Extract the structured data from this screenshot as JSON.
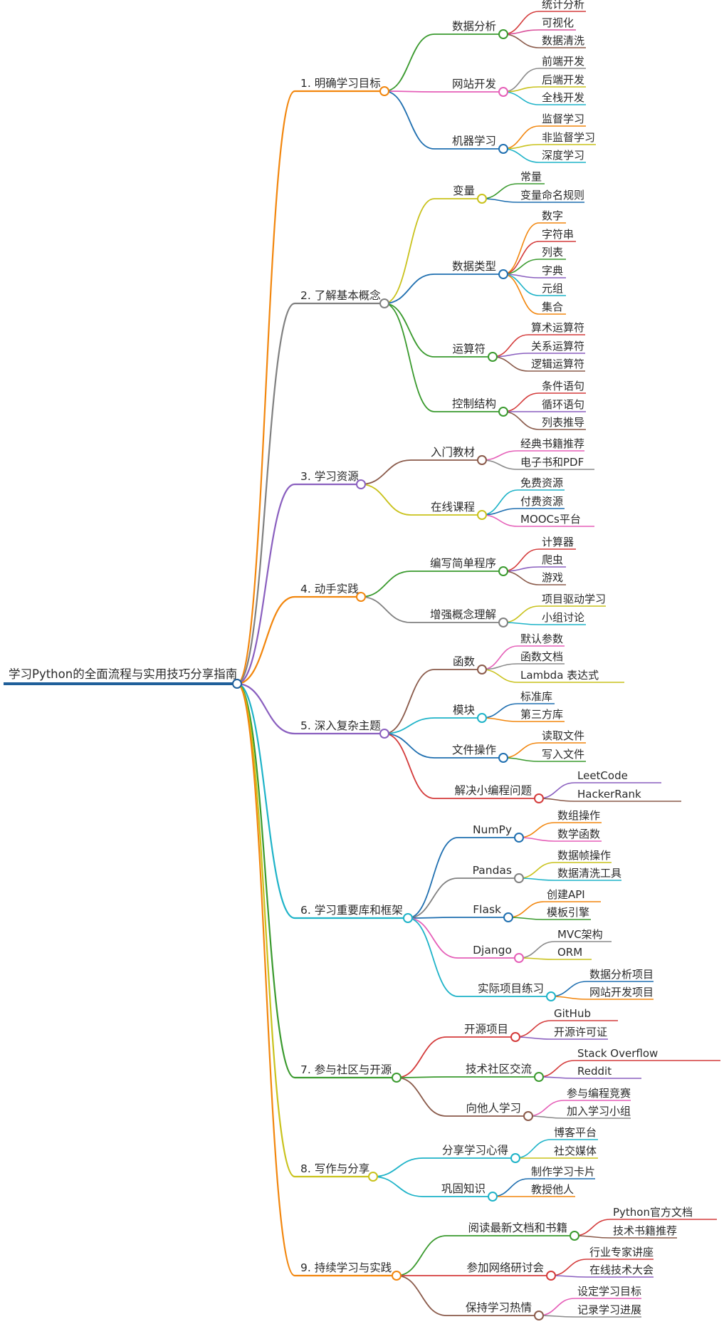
{
  "root": {
    "label": "学习Python的全面流程与实用技巧分享指南",
    "color": "#1f5f9a"
  },
  "branches": [
    {
      "label": "1. 明确学习目标",
      "color": "#f2860d",
      "children": [
        {
          "label": "数据分析",
          "color": "#3a9a2e",
          "children": [
            {
              "label": "统计分析",
              "color": "#d43b3b"
            },
            {
              "label": "可视化",
              "color": "#d94f9a"
            },
            {
              "label": "数据清洗",
              "color": "#8a5a4a"
            }
          ]
        },
        {
          "label": "网站开发",
          "color": "#e55fb8",
          "children": [
            {
              "label": "前端开发",
              "color": "#8a8a8a"
            },
            {
              "label": "后端开发",
              "color": "#c9c21c"
            },
            {
              "label": "全栈开发",
              "color": "#1eb3c8"
            }
          ]
        },
        {
          "label": "机器学习",
          "color": "#1f6fb0",
          "children": [
            {
              "label": "监督学习",
              "color": "#f2860d"
            },
            {
              "label": "非监督学习",
              "color": "#c9c21c"
            },
            {
              "label": "深度学习",
              "color": "#1eb3c8"
            }
          ]
        }
      ]
    },
    {
      "label": "2. 了解基本概念",
      "color": "#808080",
      "children": [
        {
          "label": "变量",
          "color": "#c9c21c",
          "children": [
            {
              "label": "常量",
              "color": "#3a9a2e"
            },
            {
              "label": "变量命名规则",
              "color": "#1f6fb0"
            }
          ]
        },
        {
          "label": "数据类型",
          "color": "#1f6fb0",
          "children": [
            {
              "label": "数字",
              "color": "#f2860d"
            },
            {
              "label": "字符串",
              "color": "#d43b3b"
            },
            {
              "label": "列表",
              "color": "#3a9a2e"
            },
            {
              "label": "字典",
              "color": "#8a5fbf"
            },
            {
              "label": "元组",
              "color": "#1eb3c8"
            },
            {
              "label": "集合",
              "color": "#f2860d"
            }
          ]
        },
        {
          "label": "运算符",
          "color": "#3a9a2e",
          "children": [
            {
              "label": "算术运算符",
              "color": "#d43b3b"
            },
            {
              "label": "关系运算符",
              "color": "#8a5fbf"
            },
            {
              "label": "逻辑运算符",
              "color": "#8a5a4a"
            }
          ]
        },
        {
          "label": "控制结构",
          "color": "#3a9a2e",
          "children": [
            {
              "label": "条件语句",
              "color": "#d43b3b"
            },
            {
              "label": "循环语句",
              "color": "#8a5fbf"
            },
            {
              "label": "列表推导",
              "color": "#8a5a4a"
            }
          ]
        }
      ]
    },
    {
      "label": "3. 学习资源",
      "color": "#8a5fbf",
      "children": [
        {
          "label": "入门教材",
          "color": "#8a5a4a",
          "children": [
            {
              "label": "经典书籍推荐",
              "color": "#e55fb8"
            },
            {
              "label": "电子书和PDF",
              "color": "#8a8a8a"
            }
          ]
        },
        {
          "label": "在线课程",
          "color": "#c9c21c",
          "children": [
            {
              "label": "免费资源",
              "color": "#1eb3c8"
            },
            {
              "label": "付费资源",
              "color": "#1f6fb0"
            },
            {
              "label": "MOOCs平台",
              "color": "#e55fb8"
            }
          ]
        }
      ]
    },
    {
      "label": "4. 动手实践",
      "color": "#f2860d",
      "children": [
        {
          "label": "编写简单程序",
          "color": "#3a9a2e",
          "children": [
            {
              "label": "计算器",
              "color": "#d43b3b"
            },
            {
              "label": "爬虫",
              "color": "#8a5fbf"
            },
            {
              "label": "游戏",
              "color": "#8a5a4a"
            }
          ]
        },
        {
          "label": "增强概念理解",
          "color": "#808080",
          "children": [
            {
              "label": "项目驱动学习",
              "color": "#c9c21c"
            },
            {
              "label": "小组讨论",
              "color": "#1eb3c8"
            }
          ]
        }
      ]
    },
    {
      "label": "5. 深入复杂主题",
      "color": "#8a5fbf",
      "children": [
        {
          "label": "函数",
          "color": "#8a5a4a",
          "children": [
            {
              "label": "默认参数",
              "color": "#e55fb8"
            },
            {
              "label": "函数文档",
              "color": "#8a8a8a"
            },
            {
              "label": "Lambda 表达式",
              "color": "#c9c21c"
            }
          ]
        },
        {
          "label": "模块",
          "color": "#1eb3c8",
          "children": [
            {
              "label": "标准库",
              "color": "#1f6fb0"
            },
            {
              "label": "第三方库",
              "color": "#f2860d"
            }
          ]
        },
        {
          "label": "文件操作",
          "color": "#1f6fb0",
          "children": [
            {
              "label": "读取文件",
              "color": "#f2860d"
            },
            {
              "label": "写入文件",
              "color": "#3a9a2e"
            }
          ]
        },
        {
          "label": "解决小编程问题",
          "color": "#d43b3b",
          "children": [
            {
              "label": "LeetCode",
              "color": "#8a5fbf"
            },
            {
              "label": "HackerRank",
              "color": "#8a5a4a"
            }
          ]
        }
      ]
    },
    {
      "label": "6. 学习重要库和框架",
      "color": "#1eb3c8",
      "children": [
        {
          "label": "NumPy",
          "color": "#1f6fb0",
          "children": [
            {
              "label": "数组操作",
              "color": "#f2860d"
            },
            {
              "label": "数学函数",
              "color": "#e55fb8"
            }
          ]
        },
        {
          "label": "Pandas",
          "color": "#808080",
          "children": [
            {
              "label": "数据帧操作",
              "color": "#c9c21c"
            },
            {
              "label": "数据清洗工具",
              "color": "#1eb3c8"
            }
          ]
        },
        {
          "label": "Flask",
          "color": "#1f6fb0",
          "children": [
            {
              "label": "创建API",
              "color": "#f2860d"
            },
            {
              "label": "模板引擎",
              "color": "#3a9a2e"
            }
          ]
        },
        {
          "label": "Django",
          "color": "#e55fb8",
          "children": [
            {
              "label": "MVC架构",
              "color": "#8a8a8a"
            },
            {
              "label": "ORM",
              "color": "#c9c21c"
            }
          ]
        },
        {
          "label": "实际项目练习",
          "color": "#1eb3c8",
          "children": [
            {
              "label": "数据分析项目",
              "color": "#1f6fb0"
            },
            {
              "label": "网站开发项目",
              "color": "#f2860d"
            }
          ]
        }
      ]
    },
    {
      "label": "7. 参与社区与开源",
      "color": "#3a9a2e",
      "children": [
        {
          "label": "开源项目",
          "color": "#d43b3b",
          "children": [
            {
              "label": "GitHub",
              "color": "#d43b3b"
            },
            {
              "label": "开源许可证",
              "color": "#8a5fbf"
            }
          ]
        },
        {
          "label": "技术社区交流",
          "color": "#3a9a2e",
          "children": [
            {
              "label": "Stack Overflow",
              "color": "#d43b3b"
            },
            {
              "label": "Reddit",
              "color": "#8a5fbf"
            }
          ]
        },
        {
          "label": "向他人学习",
          "color": "#8a5a4a",
          "children": [
            {
              "label": "参与编程竞赛",
              "color": "#e55fb8"
            },
            {
              "label": "加入学习小组",
              "color": "#8a8a8a"
            }
          ]
        }
      ]
    },
    {
      "label": "8. 写作与分享",
      "color": "#c9c21c",
      "children": [
        {
          "label": "分享学习心得",
          "color": "#1eb3c8",
          "children": [
            {
              "label": "博客平台",
              "color": "#1eb3c8"
            },
            {
              "label": "社交媒体",
              "color": "#c9c21c"
            }
          ]
        },
        {
          "label": "巩固知识",
          "color": "#1eb3c8",
          "children": [
            {
              "label": "制作学习卡片",
              "color": "#1f6fb0"
            },
            {
              "label": "教授他人",
              "color": "#f2860d"
            }
          ]
        }
      ]
    },
    {
      "label": "9. 持续学习与实践",
      "color": "#f2860d",
      "children": [
        {
          "label": "阅读最新文档和书籍",
          "color": "#3a9a2e",
          "children": [
            {
              "label": "Python官方文档",
              "color": "#d43b3b"
            },
            {
              "label": "技术书籍推荐",
              "color": "#8a5a4a"
            }
          ]
        },
        {
          "label": "参加网络研讨会",
          "color": "#d43b3b",
          "children": [
            {
              "label": "行业专家讲座",
              "color": "#d43b3b"
            },
            {
              "label": "在线技术大会",
              "color": "#8a5fbf"
            }
          ]
        },
        {
          "label": "保持学习热情",
          "color": "#8a5a4a",
          "children": [
            {
              "label": "设定学习目标",
              "color": "#e55fb8"
            },
            {
              "label": "记录学习进展",
              "color": "#8a8a8a"
            }
          ]
        }
      ]
    }
  ]
}
